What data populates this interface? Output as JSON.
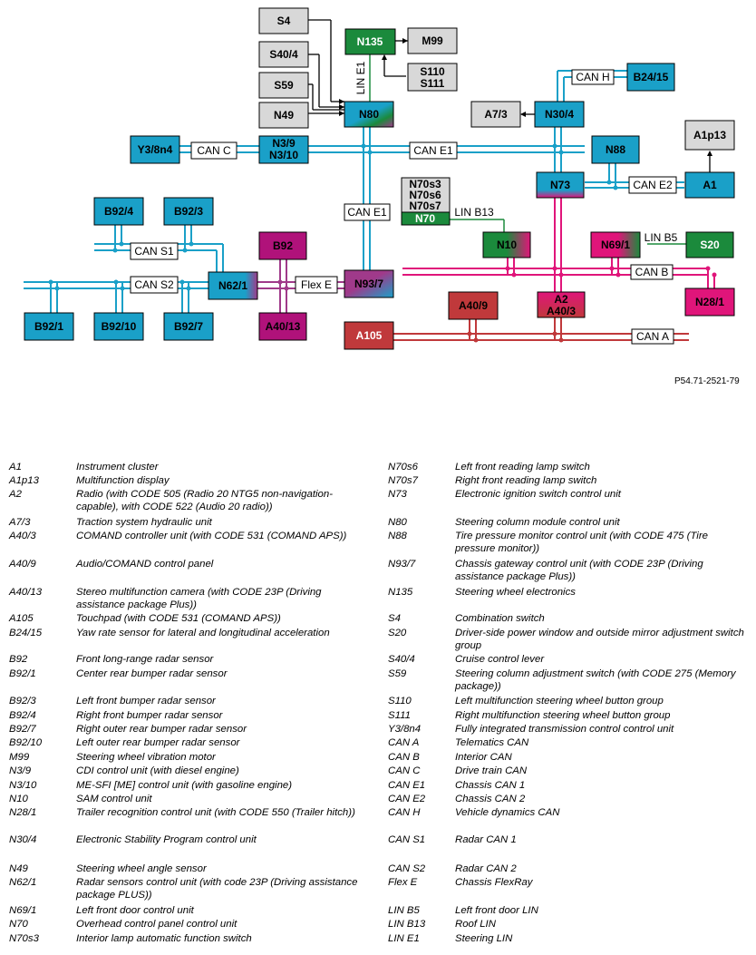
{
  "nodes": {
    "S4": "S4",
    "S40_4": "S40/4",
    "S59": "S59",
    "N49": "N49",
    "N135": "N135",
    "M99": "M99",
    "S110_S111": "S110\nS111",
    "N80": "N80",
    "A7_3": "A7/3",
    "N30_4": "N30/4",
    "B24_15": "B24/15",
    "A1p13": "A1p13",
    "Y3_8n4": "Y3/8n4",
    "N3_9_N3_10": "N3/9\nN3/10",
    "N88": "N88",
    "N73": "N73",
    "A1": "A1",
    "B92_4": "B92/4",
    "B92_3": "B92/3",
    "B92": "B92",
    "N70_group": "N70s3\nN70s6\nN70s7",
    "N70": "N70",
    "N10": "N10",
    "N69_1": "N69/1",
    "S20": "S20",
    "N62_1": "N62/1",
    "N93_7": "N93/7",
    "A40_9": "A40/9",
    "A2_A40_3": "A2\nA40/3",
    "N28_1": "N28/1",
    "B92_1": "B92/1",
    "B92_10": "B92/10",
    "B92_7": "B92/7",
    "A40_13": "A40/13",
    "A105": "A105"
  },
  "buses": {
    "lin_e1": "LIN E1",
    "can_h": "CAN H",
    "can_c": "CAN C",
    "can_e1": "CAN E1",
    "can_e2": "CAN E2",
    "lin_b13": "LIN B13",
    "lin_b5": "LIN B5",
    "can_s1": "CAN S1",
    "can_s2": "CAN S2",
    "flex_e": "Flex E",
    "can_b": "CAN B",
    "can_a": "CAN A"
  },
  "reference": "P54.71-2521-79",
  "colors": {
    "can_blue": "#1aa0c8",
    "can_pink": "#e0157a",
    "can_red": "#c0393b",
    "lin_green": "#1b8a3c",
    "grey_box": "#d8d8d8"
  },
  "legend": {
    "left": [
      {
        "code": "A1",
        "desc": "Instrument cluster"
      },
      {
        "code": "A1p13",
        "desc": "Multifunction display"
      },
      {
        "code": "A2",
        "desc": "Radio (with CODE 505 (Radio 20 NTG5 non-navigation-capable), with CODE 522 (Audio 20 radio))"
      },
      {
        "code": "A7/3",
        "desc": "Traction system hydraulic unit"
      },
      {
        "code": "A40/3",
        "desc": "COMAND controller unit (with CODE 531 (COMAND APS))"
      },
      {
        "code": "A40/9",
        "desc": "Audio/COMAND control panel"
      },
      {
        "code": "A40/13",
        "desc": "Stereo multifunction camera (with CODE 23P (Driving assistance package Plus))"
      },
      {
        "code": "A105",
        "desc": "Touchpad (with CODE 531 (COMAND APS))"
      },
      {
        "code": "B24/15",
        "desc": "Yaw rate sensor for lateral and longitudinal acceleration"
      },
      {
        "code": "B92",
        "desc": "Front long-range radar sensor"
      },
      {
        "code": "B92/1",
        "desc": "Center rear bumper radar sensor"
      },
      {
        "code": "B92/3",
        "desc": "Left front bumper radar sensor"
      },
      {
        "code": "B92/4",
        "desc": "Right front bumper radar sensor"
      },
      {
        "code": "B92/7",
        "desc": "Right outer rear bumper radar sensor"
      },
      {
        "code": "B92/10",
        "desc": "Left outer rear bumper radar sensor"
      },
      {
        "code": "M99",
        "desc": "Steering wheel vibration motor"
      },
      {
        "code": "N3/9",
        "desc": "CDI control unit (with diesel engine)"
      },
      {
        "code": "N3/10",
        "desc": "ME-SFI [ME] control unit (with gasoline engine)"
      },
      {
        "code": "N10",
        "desc": "SAM control unit"
      },
      {
        "code": "N28/1",
        "desc": "Trailer recognition control unit (with CODE 550 (Trailer hitch))"
      },
      {
        "code": "N30/4",
        "desc": "Electronic Stability Program control unit"
      },
      {
        "code": "N49",
        "desc": "Steering wheel angle sensor"
      },
      {
        "code": "N62/1",
        "desc": "Radar sensors control unit (with code 23P (Driving assistance package PLUS))"
      },
      {
        "code": "N69/1",
        "desc": "Left front door control unit"
      },
      {
        "code": "N70",
        "desc": "Overhead control panel control unit"
      },
      {
        "code": "N70s3",
        "desc": "Interior lamp automatic function switch"
      }
    ],
    "right": [
      {
        "code": "N70s6",
        "desc": "Left front reading lamp switch"
      },
      {
        "code": "N70s7",
        "desc": "Right front reading lamp switch"
      },
      {
        "code": "N73",
        "desc": "Electronic ignition switch control unit"
      },
      {
        "code": "N80",
        "desc": "Steering column module control unit"
      },
      {
        "code": "N88",
        "desc": "Tire pressure monitor control unit (with CODE 475 (Tire pressure monitor))"
      },
      {
        "code": "N93/7",
        "desc": "Chassis gateway control unit (with CODE 23P (Driving assistance package Plus))"
      },
      {
        "code": "N135",
        "desc": "Steering wheel electronics"
      },
      {
        "code": "S4",
        "desc": "Combination switch"
      },
      {
        "code": "S20",
        "desc": "Driver-side power window and outside mirror adjustment switch group"
      },
      {
        "code": "S40/4",
        "desc": "Cruise control lever"
      },
      {
        "code": "S59",
        "desc": "Steering column adjustment switch (with CODE 275 (Memory package))"
      },
      {
        "code": "S110",
        "desc": "Left multifunction steering wheel button group"
      },
      {
        "code": "S111",
        "desc": "Right multifunction steering wheel button group"
      },
      {
        "code": "Y3/8n4",
        "desc": "Fully integrated transmission control control unit"
      },
      {
        "code": "CAN A",
        "desc": "Telematics CAN"
      },
      {
        "code": "CAN B",
        "desc": "Interior CAN"
      },
      {
        "code": "CAN C",
        "desc": "Drive train CAN"
      },
      {
        "code": "CAN E1",
        "desc": "Chassis CAN 1"
      },
      {
        "code": "CAN E2",
        "desc": "Chassis CAN 2"
      },
      {
        "code": "CAN H",
        "desc": "Vehicle dynamics CAN"
      },
      {
        "code": "CAN S1",
        "desc": "Radar CAN 1"
      },
      {
        "code": "CAN S2",
        "desc": "Radar CAN 2"
      },
      {
        "code": "Flex E",
        "desc": "Chassis FlexRay"
      },
      {
        "code": "LIN B5",
        "desc": "Left front door LIN"
      },
      {
        "code": "LIN B13",
        "desc": "Roof LIN"
      },
      {
        "code": "LIN E1",
        "desc": "Steering LIN"
      }
    ]
  }
}
